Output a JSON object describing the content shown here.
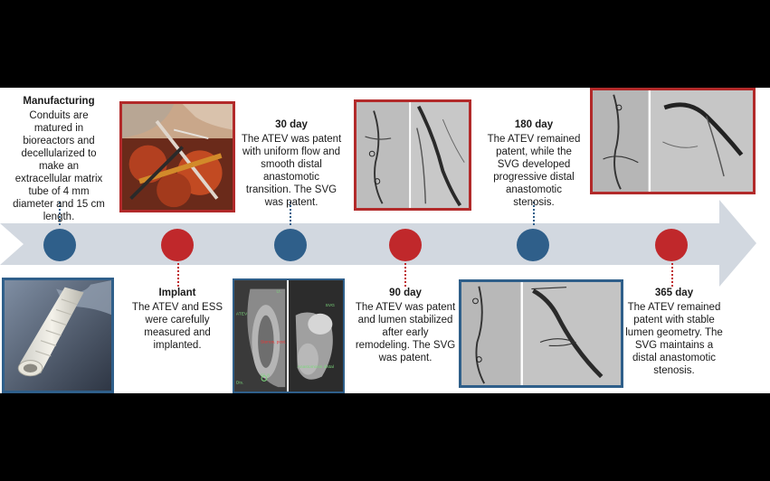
{
  "stages": [
    {
      "title": "Manufacturing",
      "text": "Conduits are matured in bioreactors and decellularized to make an extracellular matrix tube of 4 mm diameter and 15 cm length.",
      "color": "#2f5f8a"
    },
    {
      "title": "Implant",
      "text": "The ATEV and ESS were carefully measured and implanted.",
      "color": "#c0282b"
    },
    {
      "title": "30 day",
      "text": "The ATEV was patent with uniform flow and smooth distal anastomotic transition. The SVG was patent.",
      "color": "#2f5f8a"
    },
    {
      "title": "90 day",
      "text": "The ATEV was patent and lumen stabilized after early remodeling. The SVG was patent.",
      "color": "#c0282b"
    },
    {
      "title": "180 day",
      "text": "The ATEV remained patent, while the SVG developed progressive distal anastomotic stenosis.",
      "color": "#2f5f8a"
    },
    {
      "title": "365 day",
      "text": "The ATEV remained patent with stable lumen geometry. The SVG maintains a distal anastomotic stenosis.",
      "color": "#c0282b"
    }
  ],
  "images": {
    "conduit": {
      "description_icon": "conduit-tube-photo"
    },
    "surgery": {
      "description_icon": "surgical-field-photo"
    },
    "ct_scan": {
      "labels": [
        "Lt.",
        "ATEV",
        "Stenos. post.",
        "Dis.",
        "SVG",
        "Cl. 8",
        "Anastomosis distal"
      ]
    },
    "angio_30": {
      "description_icon": "angiogram-30-day"
    },
    "angio_90": {
      "description_icon": "angiogram-90-day"
    },
    "angio_180": {
      "description_icon": "angiogram-180-day"
    }
  },
  "colors": {
    "blue": "#2f5f8a",
    "red": "#c0282b",
    "arrow": "#d2d8e0"
  }
}
